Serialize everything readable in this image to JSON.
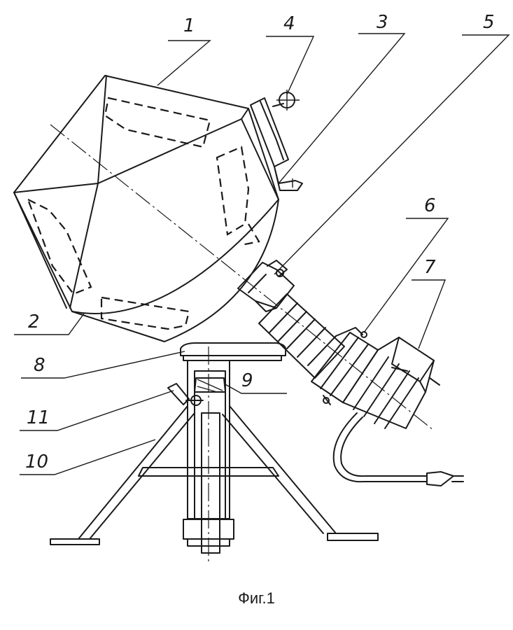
{
  "labels": {
    "l1": "1",
    "l2": "2",
    "l3": "3",
    "l4": "4",
    "l5": "5",
    "l6": "6",
    "l7": "7",
    "l8": "8",
    "l9": "9",
    "l10": "10",
    "l11": "11"
  },
  "caption": "Фиг.1"
}
